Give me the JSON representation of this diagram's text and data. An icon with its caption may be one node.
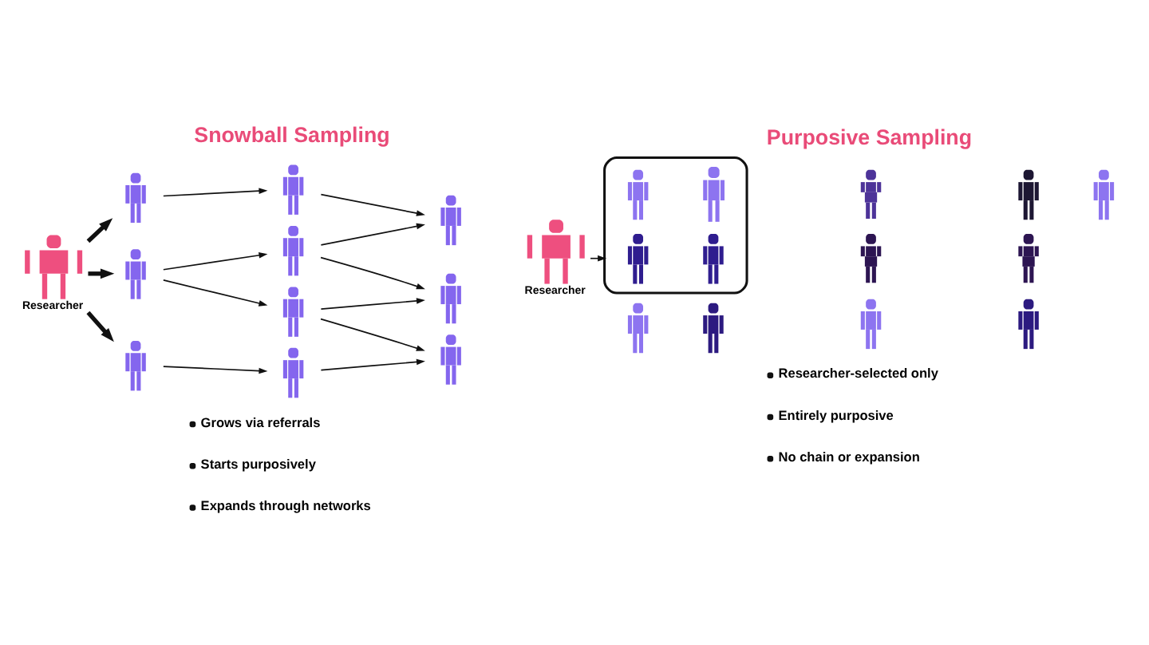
{
  "diagram": {
    "nodes": [
      {
        "text": [
          "Researcher"
        ]
      },
      {
        "text": [],
        "shape": "person"
      },
      {
        "text": [],
        "shape": "person"
      },
      {
        "text": [],
        "shape": "person"
      },
      {
        "text": [],
        "shape": "person"
      },
      {
        "text": [],
        "shape": "person"
      },
      {
        "text": [],
        "shape": "person"
      },
      {
        "text": [],
        "shape": "person"
      },
      {
        "text": [],
        "shape": "person"
      },
      {
        "text": [],
        "shape": "person"
      },
      {
        "text": [],
        "shape": "person"
      },
      {
        "text": [
          "Researcher"
        ]
      },
      {
        "text": [],
        "shape": "ellipse"
      },
      {
        "text": [],
        "shape": "person",
        "in": 12
      },
      {
        "text": [],
        "shape": "person",
        "in": 12
      },
      {
        "text": [],
        "shape": "person",
        "in": 12
      },
      {
        "text": [],
        "shape": "person",
        "in": 12
      },
      {
        "text": [],
        "shape": "person"
      },
      {
        "text": [],
        "shape": "person"
      },
      {
        "text": [],
        "shape": "person"
      },
      {
        "text": [],
        "shape": "person"
      },
      {
        "text": [],
        "shape": "person"
      },
      {
        "text": [],
        "shape": "person"
      },
      {
        "text": [],
        "shape": "person"
      },
      {
        "text": [],
        "shape": "person"
      },
      {
        "text": [],
        "shape": "person"
      }
    ],
    "edges": [
      {
        "from": 0,
        "to": 1,
        "arrow": "to",
        "style": "thick"
      },
      {
        "from": 0,
        "to": 2,
        "arrow": "to",
        "style": "thick"
      },
      {
        "from": 0,
        "to": 3,
        "arrow": "to",
        "style": "thick"
      },
      {
        "from": 1,
        "to": 4,
        "arrow": "to"
      },
      {
        "from": 2,
        "to": 5,
        "arrow": "to"
      },
      {
        "from": 2,
        "to": 6,
        "arrow": "to"
      },
      {
        "from": 3,
        "to": 7,
        "arrow": "to"
      },
      {
        "from": 4,
        "to": 8,
        "arrow": "to"
      },
      {
        "from": 5,
        "to": 8,
        "arrow": "to"
      },
      {
        "from": 5,
        "to": 9,
        "arrow": "to"
      },
      {
        "from": 6,
        "to": 9,
        "arrow": "to"
      },
      {
        "from": 6,
        "to": 10,
        "arrow": "to"
      },
      {
        "from": 7,
        "to": 10,
        "arrow": "to"
      },
      {
        "from": 11,
        "to": 12,
        "arrow": "to"
      }
    ],
    "labels": [
      "Snowball Sampling",
      "Purposive Sampling",
      "Grows via referrals",
      "Starts purposively",
      "Expands through networks",
      "Researcher-selected only",
      "Entirely purposive",
      "No chain or expansion"
    ]
  }
}
